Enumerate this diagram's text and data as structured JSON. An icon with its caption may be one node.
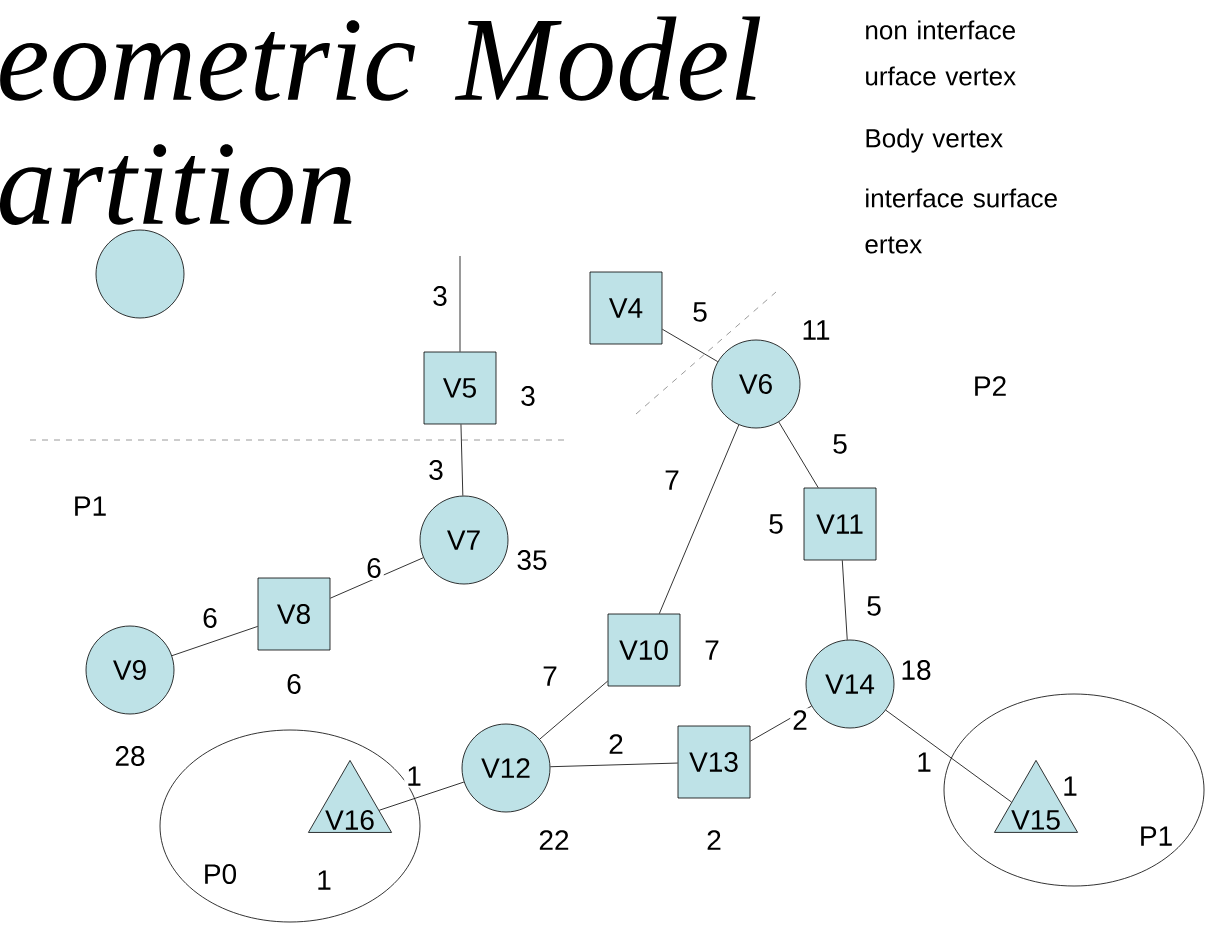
{
  "diagram": {
    "title": "eometric Model artition",
    "nodes": [
      {
        "text": [],
        "shape": "circle"
      },
      {
        "text": [
          "V4"
        ]
      },
      {
        "text": [
          "V5"
        ],
        "beside": [
          "3"
        ]
      },
      {
        "text": [
          "V6"
        ],
        "beside": [
          "11"
        ]
      },
      {
        "text": [
          "V7"
        ],
        "beside": [
          "35"
        ]
      },
      {
        "text": [
          "V8"
        ],
        "beside": [
          "6"
        ]
      },
      {
        "text": [
          "V9"
        ],
        "beside": [
          "28"
        ]
      },
      {
        "text": [
          "V10"
        ],
        "beside": [
          "7"
        ]
      },
      {
        "text": [
          "V11"
        ],
        "beside": [
          "5"
        ]
      },
      {
        "text": [
          "V12"
        ],
        "beside": [
          "22"
        ]
      },
      {
        "text": [
          "V13"
        ],
        "beside": [
          "2"
        ]
      },
      {
        "text": [
          "V14"
        ],
        "beside": [
          "18"
        ]
      },
      {
        "text": [
          "P0"
        ]
      },
      {
        "text": [
          "V16"
        ],
        "beside": [
          "1"
        ],
        "in": 12
      },
      {
        "text": [
          "P1"
        ]
      },
      {
        "text": [
          "V15"
        ],
        "beside": [
          "1"
        ],
        "in": 14
      }
    ],
    "edges": [
      {
        "from": null,
        "to": 2,
        "arrow": "none",
        "label": "3"
      },
      {
        "from": 2,
        "to": 4,
        "arrow": "none",
        "label": "3"
      },
      {
        "from": 1,
        "to": 3,
        "arrow": "none",
        "label": "5"
      },
      {
        "from": 3,
        "to": 7,
        "arrow": "none",
        "label": "7"
      },
      {
        "from": 3,
        "to": 8,
        "arrow": "none",
        "label": "5"
      },
      {
        "from": 4,
        "to": 5,
        "arrow": "none",
        "label": "6"
      },
      {
        "from": 5,
        "to": 6,
        "arrow": "none",
        "label": "6"
      },
      {
        "from": 7,
        "to": 9,
        "arrow": "none",
        "label": "7"
      },
      {
        "from": 8,
        "to": 11,
        "arrow": "none",
        "label": "5"
      },
      {
        "from": 9,
        "to": 10,
        "arrow": "none",
        "label": "2"
      },
      {
        "from": 10,
        "to": 11,
        "arrow": "none",
        "label": "2"
      },
      {
        "from": 9,
        "to": 13,
        "arrow": "none",
        "label": "1"
      },
      {
        "from": 11,
        "to": 15,
        "arrow": "none",
        "label": "1"
      }
    ],
    "labels": [
      "P1",
      "P2"
    ],
    "legend": [
      {
        "text": "non interface urface vertex"
      },
      {
        "text": "Body vertex"
      },
      {
        "text": "interface surface ertex"
      }
    ]
  }
}
